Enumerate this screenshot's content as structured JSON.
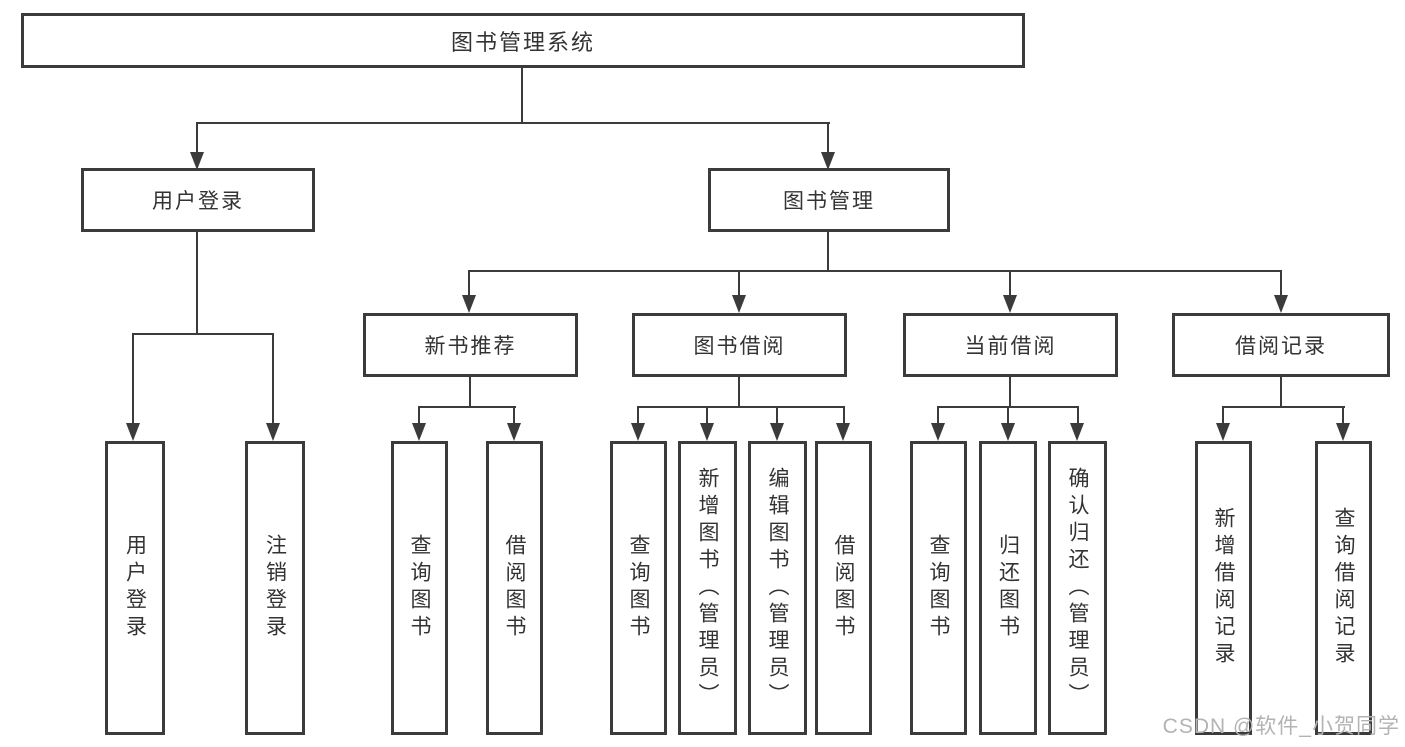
{
  "tree": {
    "root": {
      "label": "图书管理系统",
      "children": [
        {
          "label": "用户登录",
          "children": [
            {
              "label": "用户登录"
            },
            {
              "label": "注销登录"
            }
          ]
        },
        {
          "label": "图书管理",
          "children": [
            {
              "label": "新书推荐",
              "children": [
                {
                  "label": "查询图书"
                },
                {
                  "label": "借阅图书"
                }
              ]
            },
            {
              "label": "图书借阅",
              "children": [
                {
                  "label": "查询图书"
                },
                {
                  "label": "新增图书（管理员）"
                },
                {
                  "label": "编辑图书（管理员）"
                },
                {
                  "label": "借阅图书"
                }
              ]
            },
            {
              "label": "当前借阅",
              "children": [
                {
                  "label": "查询图书"
                },
                {
                  "label": "归还图书"
                },
                {
                  "label": "确认归还（管理员）"
                }
              ]
            },
            {
              "label": "借阅记录",
              "children": [
                {
                  "label": "新增借阅记录"
                },
                {
                  "label": "查询借阅记录"
                }
              ]
            }
          ]
        }
      ]
    }
  },
  "watermark": {
    "text": "CSDN @软件_小贺同学"
  },
  "colors": {
    "line": "#3b3b3b",
    "text": "#333333",
    "watermark": "#b3b3b3",
    "background": "#ffffff"
  }
}
